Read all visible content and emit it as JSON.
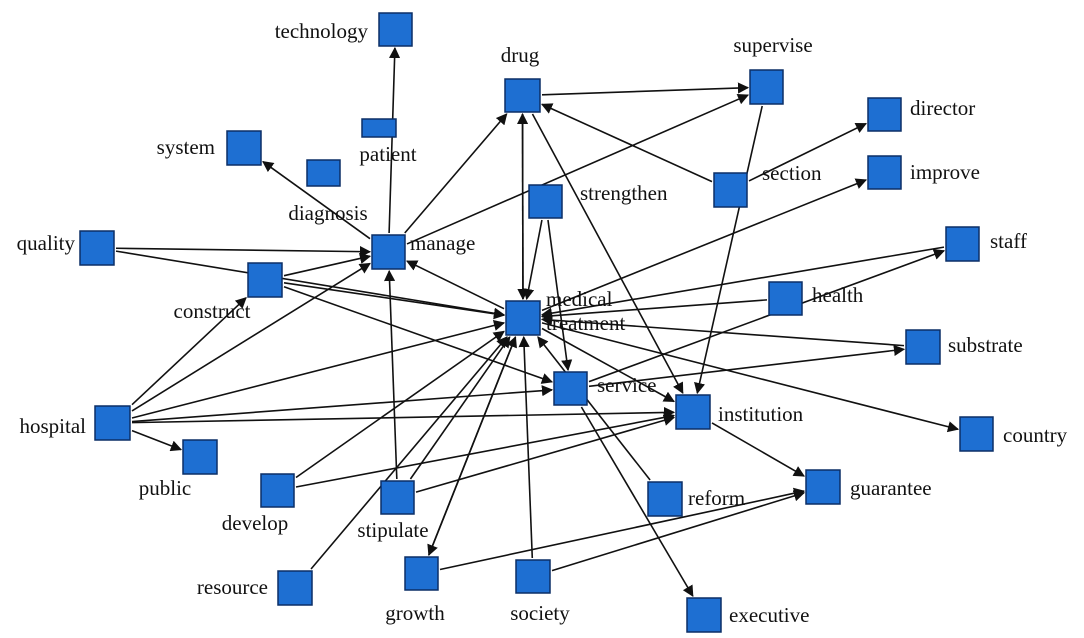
{
  "colors": {
    "node": "#1e6fd2",
    "node_border": "#0b2f66",
    "edge": "#111111",
    "background": "#ffffff"
  },
  "nodes": [
    {
      "id": "technology",
      "label": "technology"
    },
    {
      "id": "drug",
      "label": "drug"
    },
    {
      "id": "supervise",
      "label": "supervise"
    },
    {
      "id": "director",
      "label": "director"
    },
    {
      "id": "system",
      "label": "system"
    },
    {
      "id": "patient",
      "label": "patient"
    },
    {
      "id": "section",
      "label": "section"
    },
    {
      "id": "improve",
      "label": "improve"
    },
    {
      "id": "diagnosis",
      "label": "diagnosis"
    },
    {
      "id": "strengthen",
      "label": "strengthen"
    },
    {
      "id": "quality",
      "label": "quality"
    },
    {
      "id": "manage",
      "label": "manage"
    },
    {
      "id": "staff",
      "label": "staff"
    },
    {
      "id": "construct",
      "label": "construct"
    },
    {
      "id": "medical_treatment",
      "label": "medical treatment"
    },
    {
      "id": "health",
      "label": "health"
    },
    {
      "id": "substrate",
      "label": "substrate"
    },
    {
      "id": "service",
      "label": "service"
    },
    {
      "id": "hospital",
      "label": "hospital"
    },
    {
      "id": "institution",
      "label": "institution"
    },
    {
      "id": "country",
      "label": "country"
    },
    {
      "id": "public",
      "label": "public"
    },
    {
      "id": "develop",
      "label": "develop"
    },
    {
      "id": "stipulate",
      "label": "stipulate"
    },
    {
      "id": "reform",
      "label": "reform"
    },
    {
      "id": "guarantee",
      "label": "guarantee"
    },
    {
      "id": "resource",
      "label": "resource"
    },
    {
      "id": "growth",
      "label": "growth"
    },
    {
      "id": "society",
      "label": "society"
    },
    {
      "id": "executive",
      "label": "executive"
    }
  ],
  "edges": [
    {
      "from": "manage",
      "to": "technology"
    },
    {
      "from": "manage",
      "to": "drug"
    },
    {
      "from": "manage",
      "to": "system"
    },
    {
      "from": "manage",
      "to": "supervise"
    },
    {
      "from": "drug",
      "to": "supervise"
    },
    {
      "from": "medical_treatment",
      "to": "drug"
    },
    {
      "from": "drug",
      "to": "medical_treatment"
    },
    {
      "from": "section",
      "to": "drug"
    },
    {
      "from": "section",
      "to": "director"
    },
    {
      "from": "medical_treatment",
      "to": "improve"
    },
    {
      "from": "strengthen",
      "to": "medical_treatment"
    },
    {
      "from": "strengthen",
      "to": "service"
    },
    {
      "from": "quality",
      "to": "manage"
    },
    {
      "from": "quality",
      "to": "medical_treatment"
    },
    {
      "from": "construct",
      "to": "manage"
    },
    {
      "from": "construct",
      "to": "medical_treatment"
    },
    {
      "from": "construct",
      "to": "service"
    },
    {
      "from": "medical_treatment",
      "to": "manage"
    },
    {
      "from": "staff",
      "to": "medical_treatment"
    },
    {
      "from": "service",
      "to": "staff"
    },
    {
      "from": "health",
      "to": "medical_treatment"
    },
    {
      "from": "substrate",
      "to": "medical_treatment"
    },
    {
      "from": "service",
      "to": "substrate"
    },
    {
      "from": "hospital",
      "to": "medical_treatment"
    },
    {
      "from": "hospital",
      "to": "manage"
    },
    {
      "from": "hospital",
      "to": "service"
    },
    {
      "from": "hospital",
      "to": "institution"
    },
    {
      "from": "hospital",
      "to": "public"
    },
    {
      "from": "hospital",
      "to": "construct"
    },
    {
      "from": "medical_treatment",
      "to": "institution"
    },
    {
      "from": "medical_treatment",
      "to": "country"
    },
    {
      "from": "supervise",
      "to": "institution"
    },
    {
      "from": "drug",
      "to": "institution"
    },
    {
      "from": "institution",
      "to": "guarantee"
    },
    {
      "from": "develop",
      "to": "medical_treatment"
    },
    {
      "from": "develop",
      "to": "institution"
    },
    {
      "from": "stipulate",
      "to": "manage"
    },
    {
      "from": "stipulate",
      "to": "medical_treatment"
    },
    {
      "from": "stipulate",
      "to": "institution"
    },
    {
      "from": "resource",
      "to": "medical_treatment"
    },
    {
      "from": "growth",
      "to": "medical_treatment"
    },
    {
      "from": "growth",
      "to": "guarantee"
    },
    {
      "from": "medical_treatment",
      "to": "growth"
    },
    {
      "from": "society",
      "to": "medical_treatment"
    },
    {
      "from": "society",
      "to": "guarantee"
    },
    {
      "from": "service",
      "to": "executive"
    },
    {
      "from": "reform",
      "to": "medical_treatment"
    }
  ]
}
